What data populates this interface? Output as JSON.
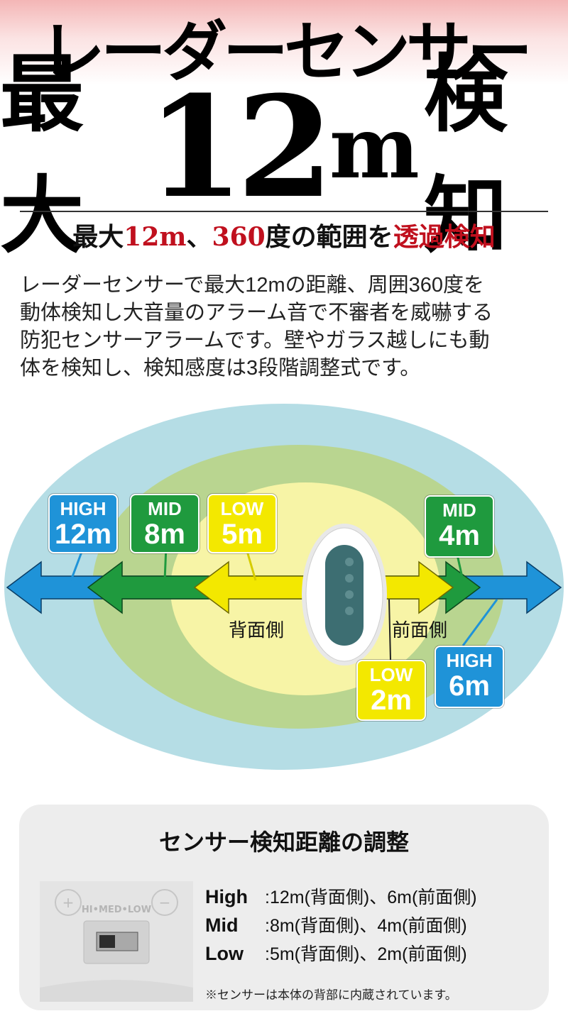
{
  "headline": {
    "line1": "レーダーセンサー",
    "line2_prefix": "最大",
    "line2_number": "12",
    "line2_unit": "m",
    "line2_suffix": "検知"
  },
  "subtitle": {
    "part1": "最大",
    "part2_red": "12m",
    "part3": "、",
    "part4_red": "360",
    "part5": "度の範囲を",
    "part6_red": "透過検知"
  },
  "description": {
    "lines": [
      "レーダーセンサーで最大12mの距離、周囲360度を",
      "動体検知し大音量のアラーム音で不審者を威嚇する",
      "防犯センサーアラームです。壁やガラス越しにも動",
      "体を検知し、検知感度は3段階調整式です。"
    ]
  },
  "diagram": {
    "back_side_label": "背面側",
    "front_side_label": "前面側",
    "back_labels": [
      {
        "level": "HIGH",
        "distance": "12m"
      },
      {
        "level": "MID",
        "distance": "8m"
      },
      {
        "level": "LOW",
        "distance": "5m"
      }
    ],
    "front_labels": [
      {
        "level": "MID",
        "distance": "4m"
      },
      {
        "level": "LOW",
        "distance": "2m"
      },
      {
        "level": "HIGH",
        "distance": "6m"
      }
    ],
    "colors": {
      "high": "#1f93d8",
      "mid": "#1f9a3e",
      "low": "#f3e800",
      "outer_zone": "#b5dde5",
      "mid_zone": "#b9d590",
      "inner_zone": "#f7f4a6"
    }
  },
  "adjust_panel": {
    "title": "センサー検知距離の調整",
    "rows": [
      {
        "key": "High",
        "value": ":12m(背面側)、6m(前面側)"
      },
      {
        "key": "Mid",
        "value": ":8m(背面側)、4m(前面側)"
      },
      {
        "key": "Low",
        "value": ":5m(背面側)、2m(前面側)"
      }
    ],
    "note": "※センサーは本体の背部に内蔵されています。",
    "photo_text": "HI•MED•LOW"
  }
}
